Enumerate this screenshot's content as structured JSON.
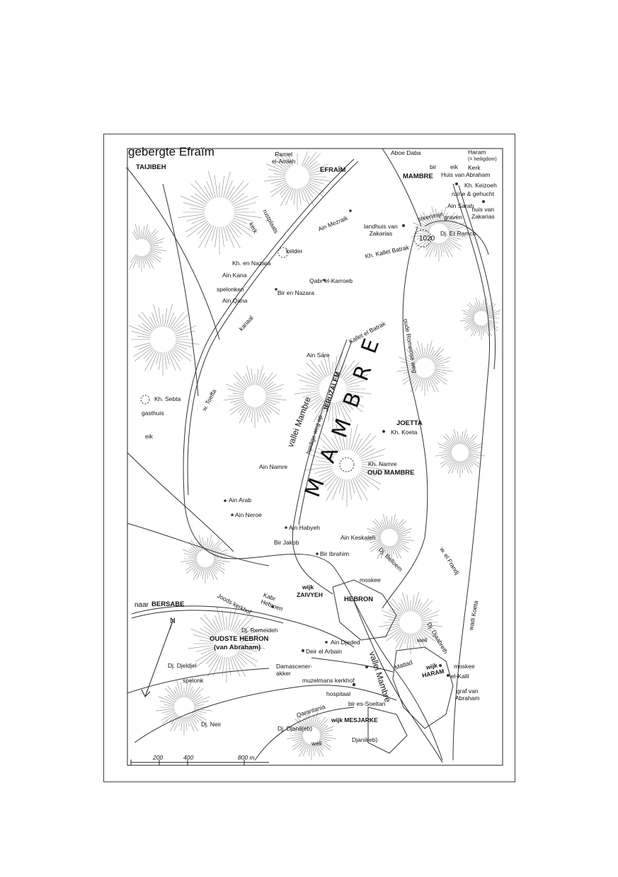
{
  "title": "gebergte Efraïm",
  "big_name": [
    "M",
    "A",
    "M",
    "B",
    "R",
    "E"
  ],
  "labels": {
    "taijibeh": "TAIJIBEH",
    "ramet": "Ramet\nel-Amleh",
    "efraim": "EFRAÏM",
    "aboe_daba": "Aboe Daba",
    "haram": "Haram",
    "heiligdom": "(= heiligdom)",
    "bir": "bir",
    "eik_top": "eik",
    "kerk": "Kerk",
    "huis_abraham": "Huis van Abraham",
    "mambre_top": "MAMBRE",
    "kh_keizoeh": "Kh. Keizoeh",
    "ruine": "ruïne & gehucht",
    "ain_sarah": "Ain Sarah",
    "graven": "graven",
    "huis_zakarias": "huis van\nZakarias",
    "steenmijn": "steenmijn",
    "landhuis": "landhuis van\nZakarias",
    "dj_er_ramch": "Dj. Er Ramch",
    "kh_kallet": "Kh. Kallet Batrak",
    "hoogte": "1020",
    "ain_mezraik": "Ain Mezraik",
    "rustplaats": "rustplaats",
    "kerk_small": "kerk",
    "kelder": "kelder",
    "kh_en_nazara": "Kh. en Nazara",
    "ain_kana": "Ain Kana",
    "qabr": "Qabr el-Karroeb",
    "spelonken": "spelonken",
    "bir_en_nazara": "Bir en Nazara",
    "ain_qana": "Ain Qana",
    "kanaal": "kanaal",
    "kallet_el_batrak": "Kallet el Batrak",
    "oude_romeinse": "oude Romeinse weg",
    "ain_sare": "Ain Sare",
    "huidige_weg": "huidige weg op",
    "jeruzalem": "JERUZALEM",
    "vallei_mambre": "vallei Mambre",
    "w_toeffa": "w. Toeffa",
    "kh_sebta": "Kh. Sebta",
    "gasthuis": "gasthuis",
    "eik_left": "eik",
    "joetta": "JOETTA",
    "kh_koeta": "Kh. Koeta",
    "ain_namre": "Ain Namre",
    "kh_namre": "Kh. Namre",
    "oud_mambre": "OUD MAMBRE",
    "ain_arab": "Ain Arab",
    "ain_neroe": "Ain Neroe",
    "ain_habyeh": "Ain Habyeh",
    "ain_keskaleh": "Ain Keskaleh",
    "bir_jakob": "Bir Jakob",
    "bir_ibrahim": "Bir Ibrahim",
    "dj_belloem": "Dj. Belloem",
    "w_el_frandj": "w. el Frandj",
    "moskee_mid": "moskee",
    "wijk": "wijk",
    "zaivyeh": "ZAIVYEH",
    "hebron": "HEBRON",
    "naar": "naar",
    "bersabe": "BERSABE",
    "joods_kerkhof": "Joods kerkhof",
    "kabr_hebroen": "Kabr\nHebroen",
    "wadi_koeta": "wadi Koeta",
    "dj_remeideh": "Dj. Remeideh",
    "oudste_hebron": "OUDSTE HEBRON",
    "van_abraham": "(van Abraham)",
    "ain_djeded": "Ain Djeded",
    "deir_el_arbain": "Deir el Arbain",
    "dj_djaabreth": "Dj. Djaabreth",
    "weli_right": "weli",
    "dj_djeldjel": "Dj. Djeldjel",
    "damascener": "Damascener-\nakker",
    "mattad": "Mattad",
    "wijk_haram": "wijk\nHARAM",
    "moskee_right": "moskee",
    "el_kalil": "el-Kalil",
    "graf": "graf van\nAbraham",
    "spelonk": "spelonk",
    "muzelmans": "muzelmans kerkhof",
    "vallei_mambre_2": "vallei Mambre",
    "hospitaal": "hospitaal",
    "bir_es_soeltan": "bir es-Soeltan",
    "qarantania": "Qarantania",
    "dj_neir": "Dj. Neir",
    "wijk_mesjarke": "wijk MESJARKE",
    "dj_djanil": "Dj. Djanil(eb)",
    "djanil": "Djanil(eb)",
    "weli_bottom": "weli",
    "scale_200": "200",
    "scale_400": "400",
    "scale_800": "800 m",
    "north": "N",
    "arrow_left": "←"
  },
  "colors": {
    "ink": "#1a1a1a",
    "hatch": "#8a8a8a",
    "paper": "#ffffff"
  }
}
